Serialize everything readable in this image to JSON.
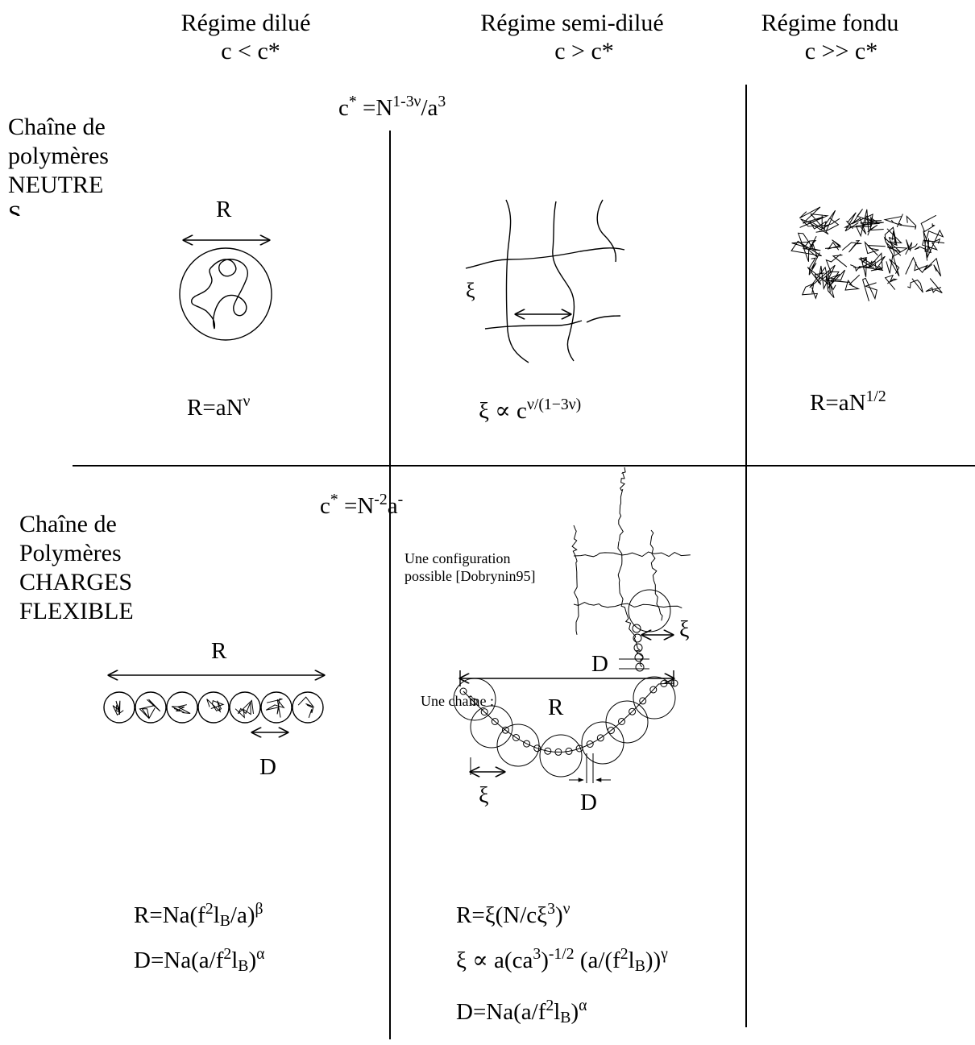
{
  "columns": [
    {
      "title": "Régime dilué",
      "condition": "c < c*"
    },
    {
      "title": "Régime semi-dilué",
      "condition": "c > c*"
    },
    {
      "title": "Régime fondu",
      "condition": "c >> c*"
    }
  ],
  "rows": {
    "neutral": {
      "label_lines": [
        "Chaîne de",
        "polymères",
        "NEUTRE",
        "S"
      ]
    },
    "charged": {
      "label_lines": [
        "Chaîne de",
        "Polymères",
        "CHARGES",
        "FLEXIBLE"
      ]
    }
  },
  "formulas": {
    "cstar_neutral": {
      "base": "c",
      "sup1": "*",
      "mid": " =N",
      "sup2": "1-3ν",
      "end": "/a",
      "sup3": "3"
    },
    "cstar_charged": {
      "base": "c",
      "sup1": "*",
      "mid": " =N",
      "sup2": "-2",
      "end": "a",
      "sup3": "-"
    },
    "dilute_neutral": {
      "base": "R=aN",
      "sup": "ν"
    },
    "semidilute_neutral": {
      "base": "ξ ∝ c",
      "sup": "ν/(1−3ν)"
    },
    "melt_neutral": {
      "base": "R=aN",
      "sup": "1/2"
    },
    "dilute_charged_R": {
      "p1": "R=Na(f",
      "s1": "2",
      "p2": "l",
      "b1": "B",
      "p3": "/a)",
      "s2": "β"
    },
    "dilute_charged_D": {
      "p1": "D=Na(a/f",
      "s1": "2",
      "p2": "l",
      "b1": "B",
      "p3": ")",
      "s2": "α"
    },
    "semidilute_charged_R": {
      "p1": "R=ξ(N/cξ",
      "s1": "3",
      "p2": ")",
      "s2": "ν"
    },
    "semidilute_charged_xi": {
      "p1": "ξ ∝ a(ca",
      "s1": "3",
      "p2": ")",
      "s2": "-1/2",
      "p3": " (a/(f",
      "s3": "2",
      "p4": "l",
      "b1": "B",
      "p5": "))",
      "s4": "γ"
    },
    "semidilute_charged_D": {
      "p1": "D=Na(a/f",
      "s1": "2",
      "p2": "l",
      "b1": "B",
      "p3": ")",
      "s2": "α"
    }
  },
  "labels": {
    "R_dilute_neutral": "R",
    "xi_semidilute": "ξ",
    "R_dilute_charged": "R",
    "D_dilute_charged": "D",
    "config_caption_1": "Une configuration",
    "config_caption_2": "possible [Dobrynin95]",
    "xi_network": "ξ",
    "D_network": "D",
    "chain_caption": "Une chaîne :",
    "R_chain": "R",
    "xi_chain": "ξ",
    "D_chain": "D"
  }
}
